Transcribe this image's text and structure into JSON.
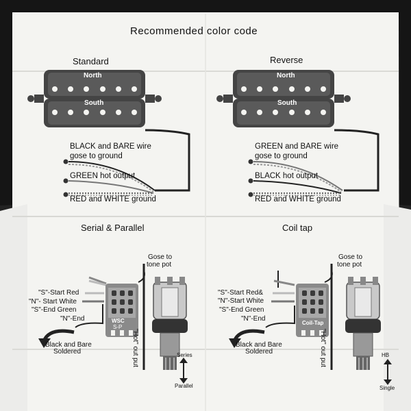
{
  "title": "Recommended color code",
  "standard": {
    "heading": "Standard",
    "pickup": {
      "top": "North",
      "bottom": "South"
    },
    "wire1": "BLACK and BARE wire",
    "wire1b": "gose to ground",
    "wire2": "GREEN hot output",
    "wire3": "RED and WHITE ground"
  },
  "reverse": {
    "heading": "Reverse",
    "pickup": {
      "top": "North",
      "bottom": "South"
    },
    "wire1": "GREEN and BARE wire",
    "wire1b": "gose to ground",
    "wire2": "BLACK hot output",
    "wire3": "RED and WHITE ground"
  },
  "serial": {
    "heading": "Serial & Parallel",
    "tone": [
      "Gose to",
      "tone pot"
    ],
    "s_start": "\"S\"-Start Red",
    "n_start": "\"N\"- Start White",
    "s_end": "\"S\"-End Green",
    "n_end": "\"N\"-End",
    "black_bare": [
      "Black and Bare",
      "Soldered"
    ],
    "switch": [
      "WSC",
      "S-P"
    ],
    "hot": "\"Hot\" out put",
    "updown": [
      "Series",
      "Parallel"
    ]
  },
  "coiltap": {
    "heading": "Coil tap",
    "tone": [
      "Gose to",
      "tone pot"
    ],
    "s_start": "\"S\"-Start Red&",
    "n_start": "\"N\"-Start White",
    "s_end": "\"S\"-End Green",
    "n_end": "\"N\"-End",
    "black_bare": [
      "Black and Bare",
      "Soldered"
    ],
    "switch": "Coil-Tap",
    "hot": "\"Hot\" out put",
    "updown": [
      "HB",
      "Single"
    ]
  }
}
